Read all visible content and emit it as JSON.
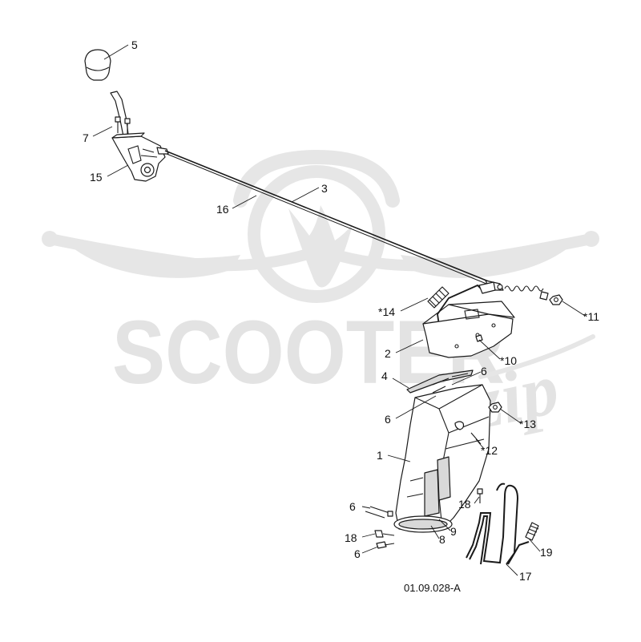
{
  "diagram": {
    "reference_code": "01.09.028-A",
    "watermark": {
      "brand_main": "SCOOTER",
      "brand_script": "zip"
    },
    "callouts": [
      {
        "id": "c5",
        "label": "5"
      },
      {
        "id": "c7",
        "label": "7"
      },
      {
        "id": "c15",
        "label": "15"
      },
      {
        "id": "c16",
        "label": "16"
      },
      {
        "id": "c3",
        "label": "3"
      },
      {
        "id": "c11",
        "label": "*11"
      },
      {
        "id": "c14",
        "label": "*14"
      },
      {
        "id": "c2",
        "label": "2"
      },
      {
        "id": "c10",
        "label": "*10"
      },
      {
        "id": "c4",
        "label": "4"
      },
      {
        "id": "c6a",
        "label": "6"
      },
      {
        "id": "c6b",
        "label": "6"
      },
      {
        "id": "c13",
        "label": "*13"
      },
      {
        "id": "c12",
        "label": "*12"
      },
      {
        "id": "c1",
        "label": "1"
      },
      {
        "id": "c6c",
        "label": "6"
      },
      {
        "id": "c18a",
        "label": "18"
      },
      {
        "id": "c9",
        "label": "9"
      },
      {
        "id": "c8",
        "label": "8"
      },
      {
        "id": "c18b",
        "label": "18"
      },
      {
        "id": "c6d",
        "label": "6"
      },
      {
        "id": "c19",
        "label": "19"
      },
      {
        "id": "c17",
        "label": "17"
      }
    ]
  }
}
